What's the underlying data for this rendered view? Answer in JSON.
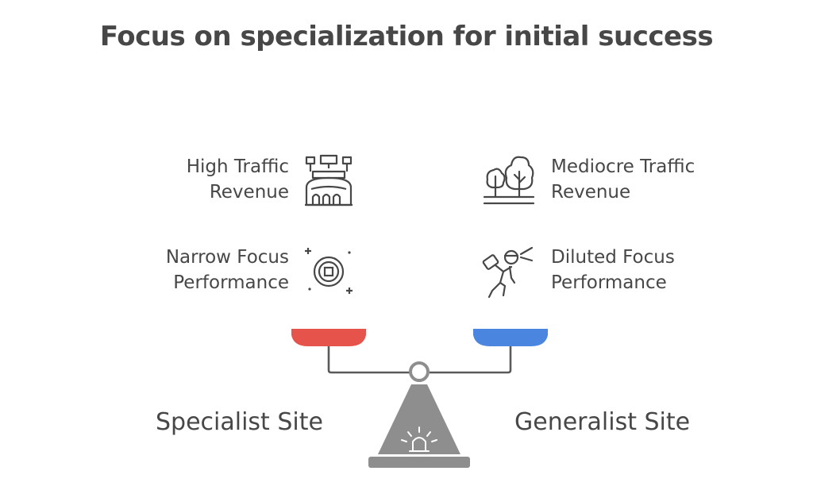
{
  "title": "Focus on specialization for initial success",
  "left_side": {
    "label": "Specialist Site",
    "pan_color": "#e5534b",
    "items": [
      {
        "line1": "High Traffic",
        "line2": "Revenue",
        "icon": "stadium-icon"
      },
      {
        "line1": "Narrow Focus",
        "line2": "Performance",
        "icon": "target-icon"
      }
    ]
  },
  "right_side": {
    "label": "Generalist Site",
    "pan_color": "#4a86e0",
    "items": [
      {
        "line1": "Mediocre Traffic",
        "line2": "Revenue",
        "icon": "trees-icon"
      },
      {
        "line1": "Diluted Focus",
        "line2": "Performance",
        "icon": "lost-person-icon"
      }
    ]
  },
  "colors": {
    "text": "#474747",
    "scale_gray": "#8e8e8e",
    "beam": "#5a5a5a"
  }
}
